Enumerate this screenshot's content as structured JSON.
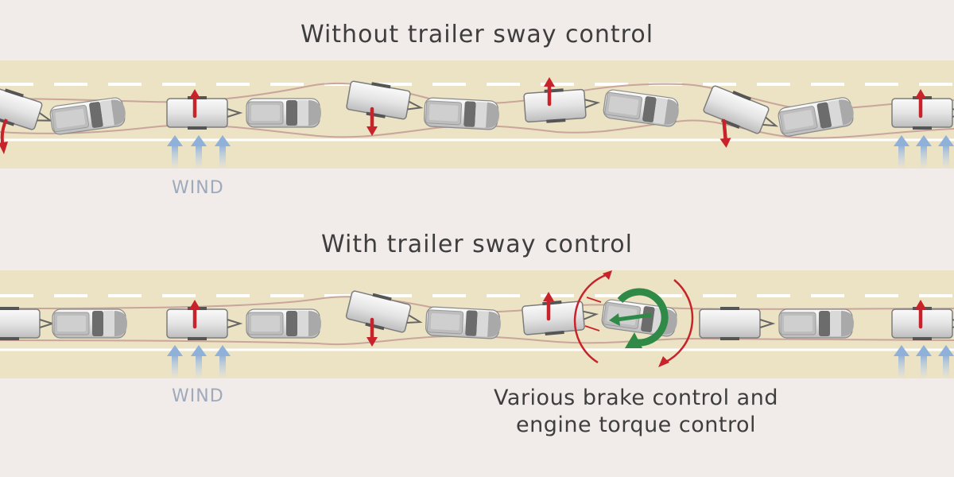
{
  "panels": [
    {
      "title": "Without trailer sway control",
      "wind_label": "WIND"
    },
    {
      "title": "With trailer sway control",
      "wind_label": "WIND",
      "caption_line1": "Various brake control and",
      "caption_line2": "engine torque control"
    }
  ],
  "colors": {
    "background": "#f1ebe9",
    "road": "#ece3c4",
    "lane_marking": "#ffffff",
    "trajectory": "#c9a59b",
    "sway_arrow": "#c8232b",
    "wind_arrow": "#9eb8d8",
    "yaw_control_arrow": "#2f8a48",
    "vehicle_body": "#e8e8e8",
    "vehicle_outline": "#8a8a8a"
  },
  "icons": [
    "pickup-truck-icon",
    "trailer-icon",
    "sway-arrow-icon",
    "wind-arrow-icon",
    "yaw-control-arrow-icon",
    "brake-arc-icon"
  ]
}
